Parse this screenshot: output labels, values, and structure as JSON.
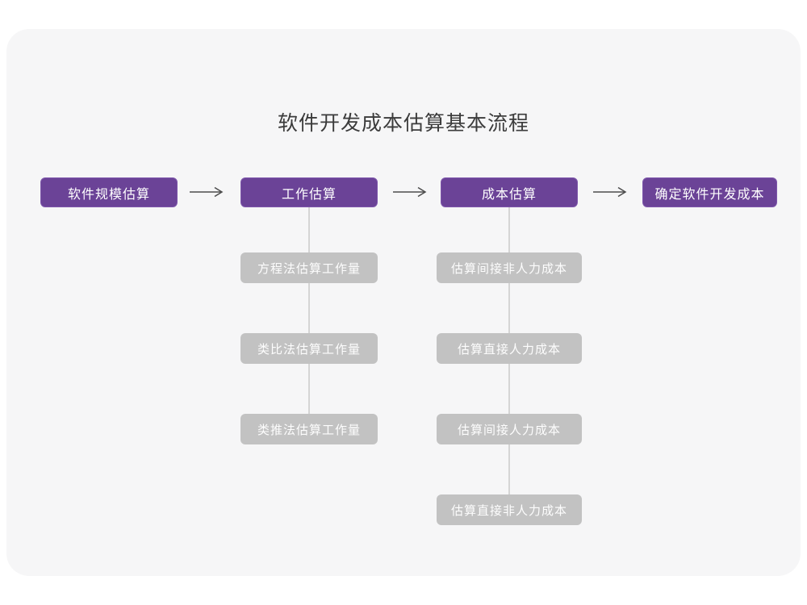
{
  "page": {
    "title": "软件开发成本估算基本流程"
  },
  "colors": {
    "page_background": "#ffffff",
    "card_background": "#f6f6f7",
    "main_node_purple": "#6b4397",
    "sub_node_gray": "#c2c2c2",
    "node_text": "#ffffff",
    "title_text": "#3b3b3b",
    "arrow_stroke": "#4d4d4d",
    "connector_line": "#d5d5d5"
  },
  "flow": {
    "main_steps": [
      {
        "label": "软件规模估算"
      },
      {
        "label": "工作估算"
      },
      {
        "label": "成本估算"
      },
      {
        "label": "确定软件开发成本"
      }
    ],
    "work_estimation_methods": [
      "方程法估算工作量",
      "类比法估算工作量",
      "类推法估算工作量"
    ],
    "cost_estimation_steps": [
      "估算间接非人力成本",
      "估算直接人力成本",
      "估算间接人力成本",
      "估算直接非人力成本"
    ]
  }
}
